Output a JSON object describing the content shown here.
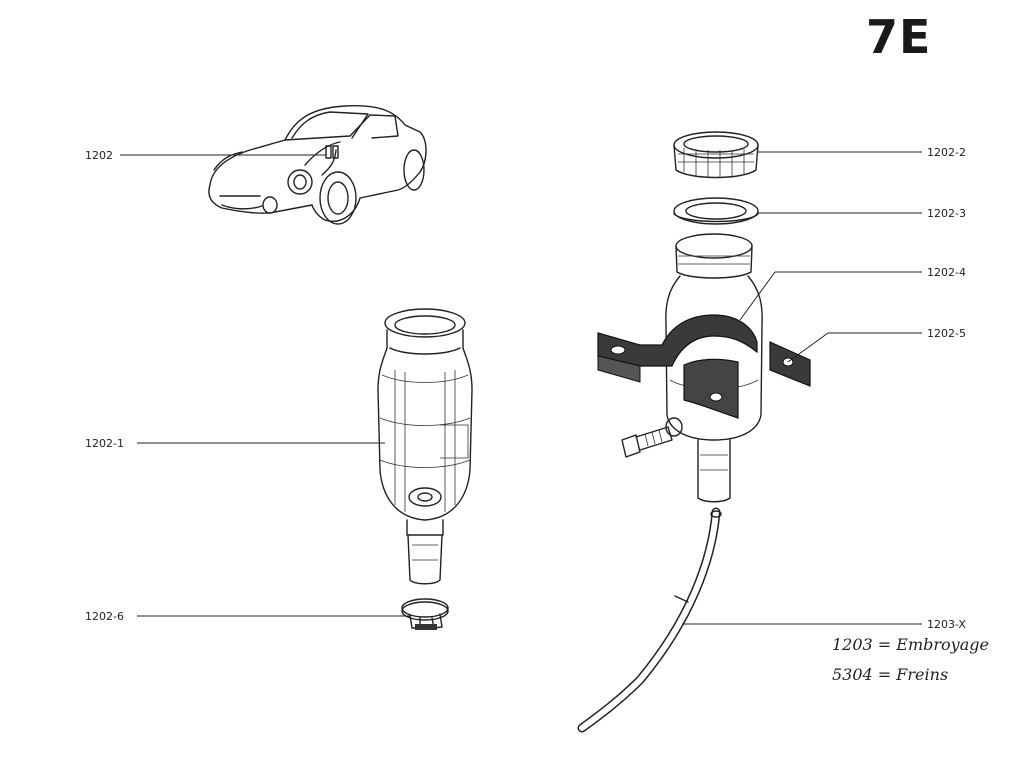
{
  "page_label": "7E",
  "callouts": {
    "c1202": "1202",
    "c1202_1": "1202-1",
    "c1202_2": "1202-2",
    "c1202_3": "1202-3",
    "c1202_4": "1202-4",
    "c1202_5": "1202-5",
    "c1202_6": "1202-6",
    "c1203": "1203-X"
  },
  "handwritten_notes": {
    "line1": "1203 = Embroyage",
    "line2": "5304 = Freins"
  }
}
